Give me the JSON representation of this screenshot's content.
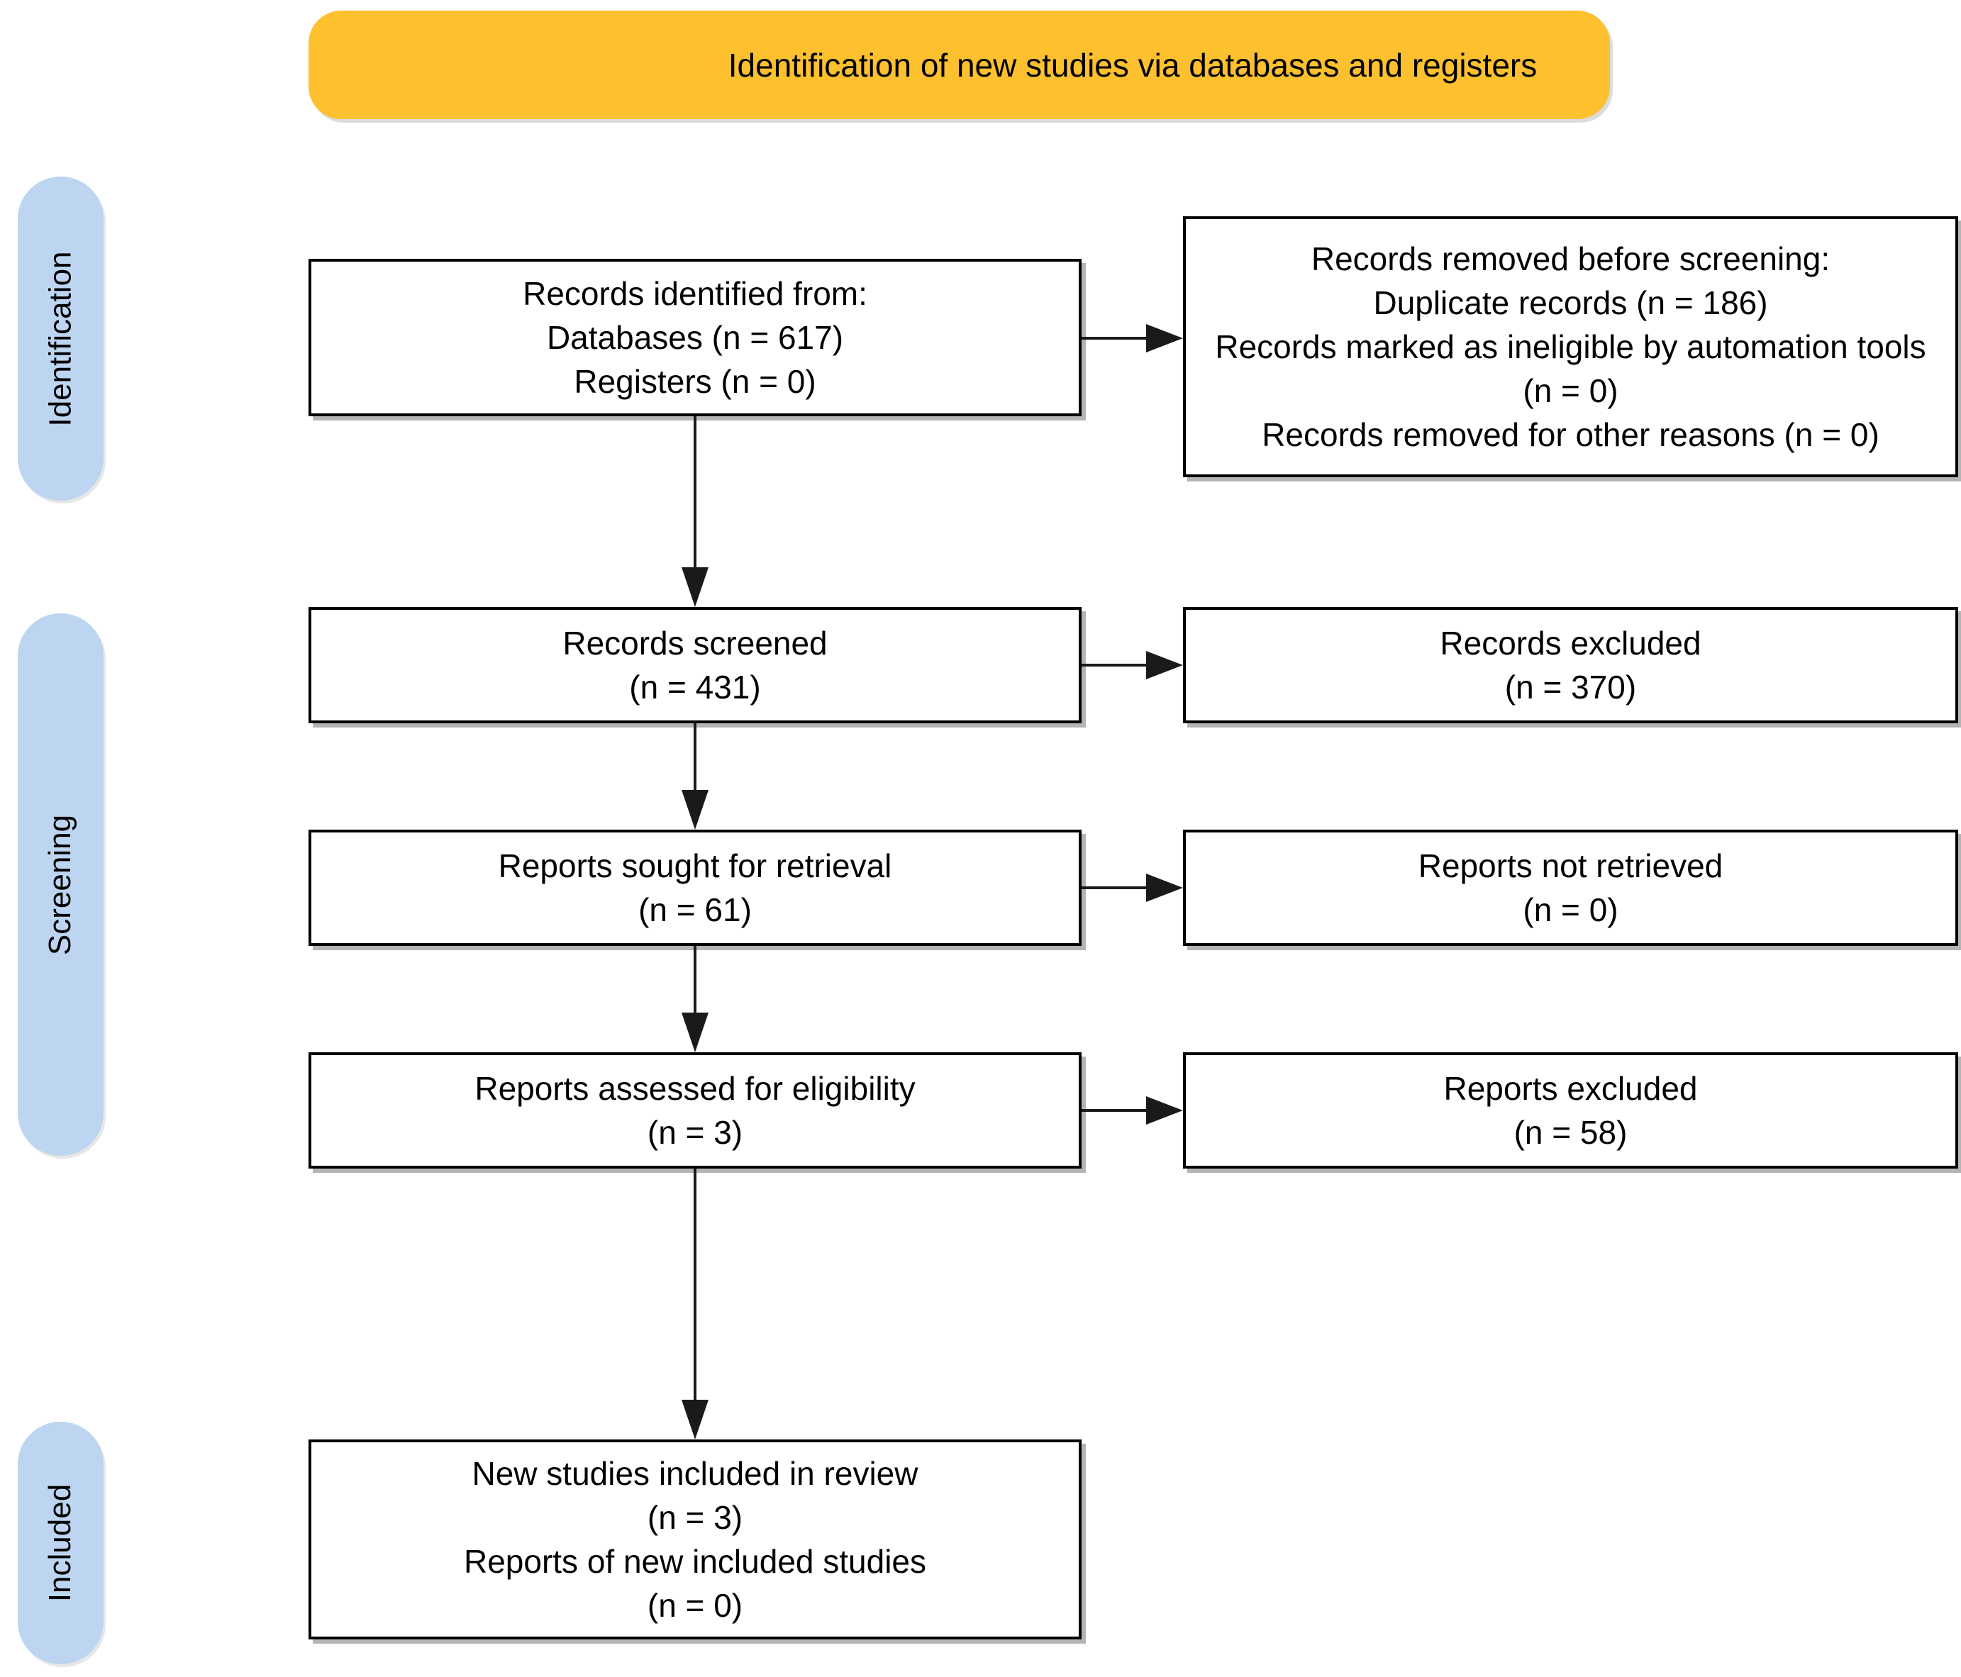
{
  "banner": {
    "label": "Identification of new studies via databases and registers"
  },
  "stage_labels": {
    "identification": "Identification",
    "screening": "Screening",
    "included": "Included"
  },
  "colors": {
    "banner_bg": "#FDC02E",
    "stage_label_bg": "#BDD5F0",
    "box_bg": "#FFFFFF",
    "box_border": "#000000",
    "arrow": "#1A1A1A",
    "text": "#000000"
  },
  "flow": {
    "records_identified": {
      "lines": [
        "Records identified from:",
        "Databases (n = 617)",
        "Registers (n = 0)"
      ]
    },
    "records_removed": {
      "lines": [
        "Records removed before screening:",
        "Duplicate records (n = 186)",
        "Records marked as ineligible by automation tools (n = 0)",
        "Records removed for other reasons (n = 0)"
      ]
    },
    "records_screened": {
      "lines": [
        "Records screened",
        "(n = 431)"
      ]
    },
    "records_excluded": {
      "lines": [
        "Records excluded",
        "(n = 370)"
      ]
    },
    "reports_sought": {
      "lines": [
        "Reports sought for retrieval",
        "(n = 61)"
      ]
    },
    "reports_not_retrieved": {
      "lines": [
        "Reports not retrieved",
        "(n = 0)"
      ]
    },
    "reports_assessed": {
      "lines": [
        "Reports assessed for eligibility",
        "(n = 3)"
      ]
    },
    "reports_excluded": {
      "lines": [
        "Reports excluded",
        "(n = 58)"
      ]
    },
    "new_studies_included": {
      "lines": [
        "New studies included in review",
        "(n = 3)",
        "Reports of new included studies",
        "(n = 0)"
      ]
    }
  }
}
